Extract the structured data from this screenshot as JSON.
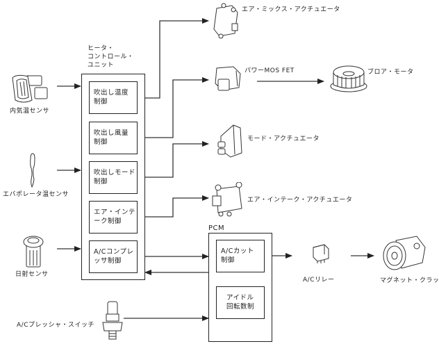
{
  "inputs": {
    "cabin_temp_sensor": "内気温センサ",
    "evaporator_temp_sensor": "エバポレータ温センサ",
    "solar_sensor": "日射センサ",
    "ac_pressure_switch": "A/Cプレッシャ・スイッチ"
  },
  "heater_control_unit": {
    "title_lines": [
      "ヒータ・",
      "コントロール・",
      "ユニット"
    ],
    "blocks": [
      "吹出し温度\n制御",
      "吹出し風量\n制御",
      "吹出しモード\n制御",
      "エア・インテ\nーク制御",
      "A/Cコンプレ\nッサ制御"
    ]
  },
  "pcm": {
    "title": "PCM",
    "blocks": [
      "A/Cカット\n制御",
      "アイドル\n回転数制"
    ]
  },
  "outputs": {
    "air_mix_actuator": "エア・ミックス・アクチュエータ",
    "power_mosfet": "パワーMOS FET",
    "blower_motor": "ブロア・モータ",
    "mode_actuator": "モード・アクチュエータ",
    "air_intake_actuator": "エア・インテーク・アクチュエータ",
    "ac_relay": "A/Cリレー",
    "magnet_clutch": "マグネット・クラッチ"
  }
}
